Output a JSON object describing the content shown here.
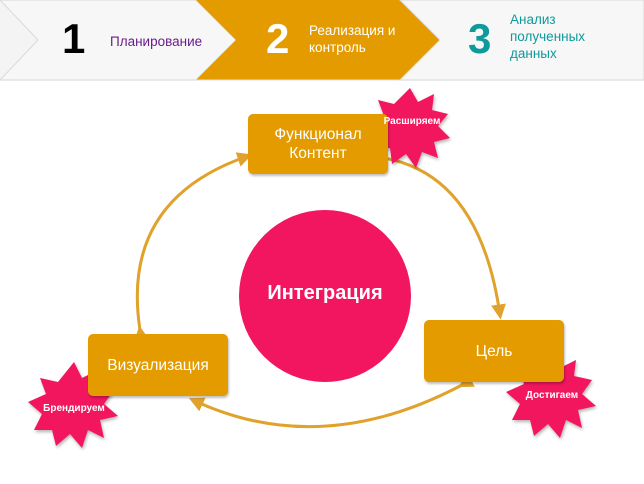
{
  "steps": [
    {
      "number": "1",
      "label": "Планирование",
      "color": "#6A1C8E"
    },
    {
      "number": "2",
      "label": "Реализация и контроль",
      "color": "#FFFFFF"
    },
    {
      "number": "3",
      "label": "Анализ полученных данных",
      "color": "#0E9A9A"
    }
  ],
  "diagram": {
    "center": "Интеграция",
    "boxes": {
      "top": "Функционал Контент",
      "right": "Цель",
      "left": "Визуализация"
    },
    "badges": {
      "top": "Расширяем",
      "right": "Достигаем",
      "left": "Брендируем"
    }
  },
  "colors": {
    "box": "#E39B00",
    "circle": "#F2155F",
    "badge": "#F2155F",
    "arrow": "#E0A22A",
    "step_bg": "#F4F4F4",
    "active_step": "#E39B00",
    "canvas": "#FFFFFF"
  }
}
